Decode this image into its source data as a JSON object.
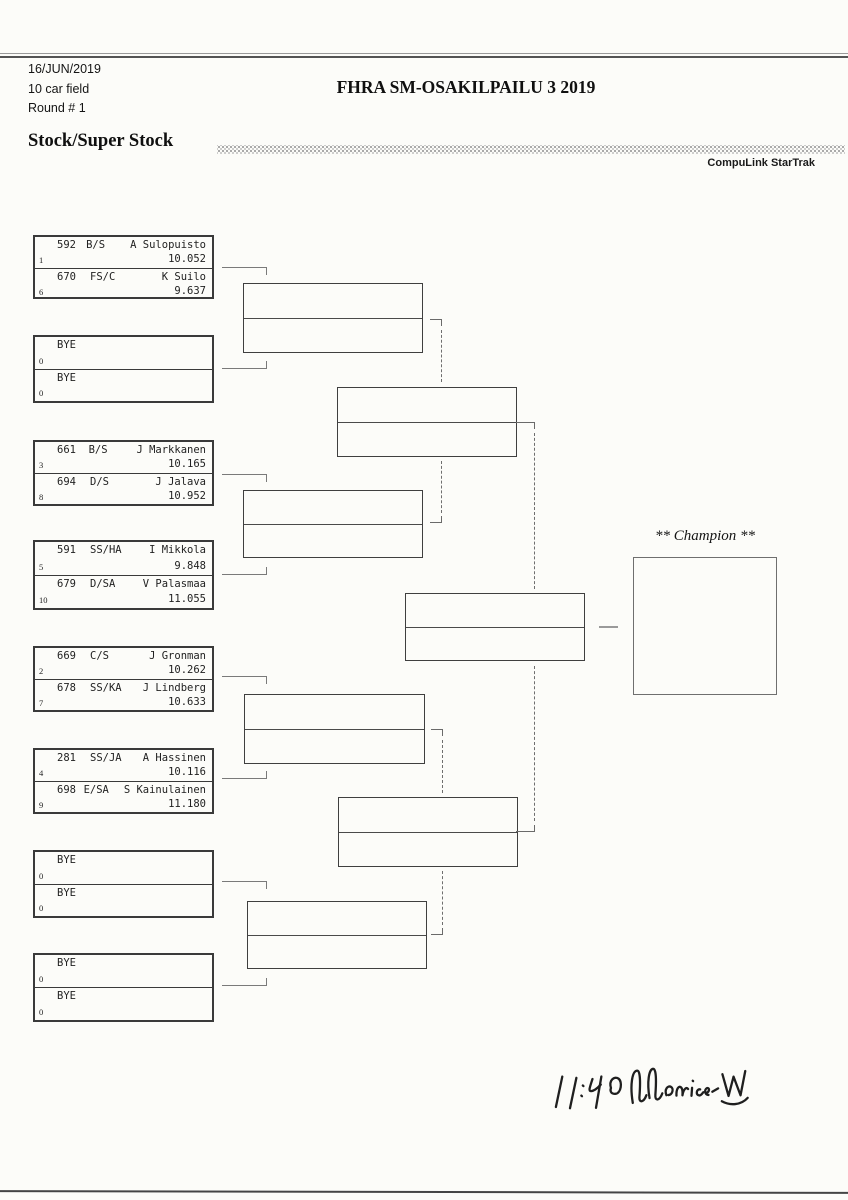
{
  "header": {
    "date": "16/JUN/2019",
    "field_size": "10 car field",
    "round": "Round # 1",
    "title": "FHRA SM-OSAKILPAILU 3 2019",
    "class_label": "Stock/Super Stock",
    "brand": "CompuLink StarTrak"
  },
  "bracket": {
    "champion_label": "** Champion **",
    "pairings": [
      {
        "entries": [
          {
            "car": "592",
            "cls": "B/S",
            "driver": "A Sulopuisto",
            "et": "10.052",
            "seed": "1"
          },
          {
            "car": "670",
            "cls": "FS/C",
            "driver": "K Suilo",
            "et": "9.637",
            "seed": "6"
          }
        ]
      },
      {
        "entries": [
          {
            "car": "BYE",
            "cls": "",
            "driver": "",
            "et": "",
            "seed": "0"
          },
          {
            "car": "BYE",
            "cls": "",
            "driver": "",
            "et": "",
            "seed": "0"
          }
        ]
      },
      {
        "entries": [
          {
            "car": "661",
            "cls": "B/S",
            "driver": "J Markkanen",
            "et": "10.165",
            "seed": "3"
          },
          {
            "car": "694",
            "cls": "D/S",
            "driver": "J Jalava",
            "et": "10.952",
            "seed": "8"
          }
        ]
      },
      {
        "entries": [
          {
            "car": "591",
            "cls": "SS/HA",
            "driver": "I Mikkola",
            "et": "9.848",
            "seed": "5"
          },
          {
            "car": "679",
            "cls": "D/SA",
            "driver": "V Palasmaa",
            "et": "11.055",
            "seed": "10"
          }
        ]
      },
      {
        "entries": [
          {
            "car": "669",
            "cls": "C/S",
            "driver": "J Gronman",
            "et": "10.262",
            "seed": "2"
          },
          {
            "car": "678",
            "cls": "SS/KA",
            "driver": "J Lindberg",
            "et": "10.633",
            "seed": "7"
          }
        ]
      },
      {
        "entries": [
          {
            "car": "281",
            "cls": "SS/JA",
            "driver": "A Hassinen",
            "et": "10.116",
            "seed": "4"
          },
          {
            "car": "698",
            "cls": "E/SA",
            "driver": "S Kainulainen",
            "et": "11.180",
            "seed": "9"
          }
        ]
      },
      {
        "entries": [
          {
            "car": "BYE",
            "cls": "",
            "driver": "",
            "et": "",
            "seed": "0"
          },
          {
            "car": "BYE",
            "cls": "",
            "driver": "",
            "et": "",
            "seed": "0"
          }
        ]
      },
      {
        "entries": [
          {
            "car": "BYE",
            "cls": "",
            "driver": "",
            "et": "",
            "seed": "0"
          },
          {
            "car": "BYE",
            "cls": "",
            "driver": "",
            "et": "",
            "seed": "0"
          }
        ]
      }
    ]
  },
  "annotations": {
    "handwritten_time": "11:40",
    "handwritten_signature": "Monica W"
  },
  "colors": {
    "paper": "#fcfcf9",
    "ink": "#1c1c1c"
  }
}
